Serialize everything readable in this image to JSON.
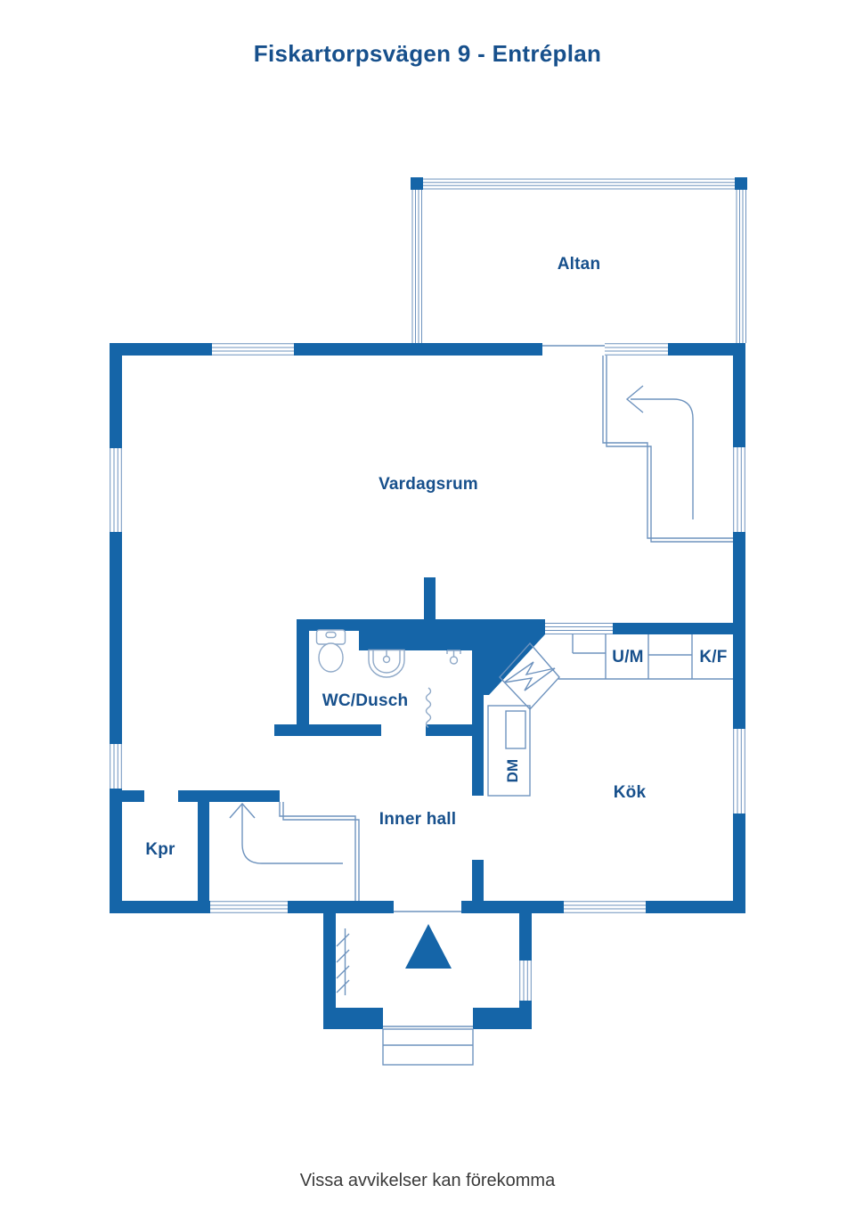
{
  "title": "Fiskartorpsvägen 9 - Entréplan",
  "disclaimer": "Vissa avvikelser kan förekomma",
  "rooms": {
    "altan": "Altan",
    "vardagsrum": "Vardagsrum",
    "wc_dusch": "WC/Dusch",
    "kok": "Kök",
    "inner_hall": "Inner hall",
    "kpr": "Kpr"
  },
  "labels": {
    "um": "U/M",
    "kf": "K/F",
    "dm": "DM"
  },
  "colors": {
    "wall_blue": "#1565A8",
    "label_blue": "#17508C",
    "thin_line_blue": "#6E93BE",
    "fixture_line_blue": "#8FA9C8",
    "disclaimer_text": "#3A3A3A"
  }
}
